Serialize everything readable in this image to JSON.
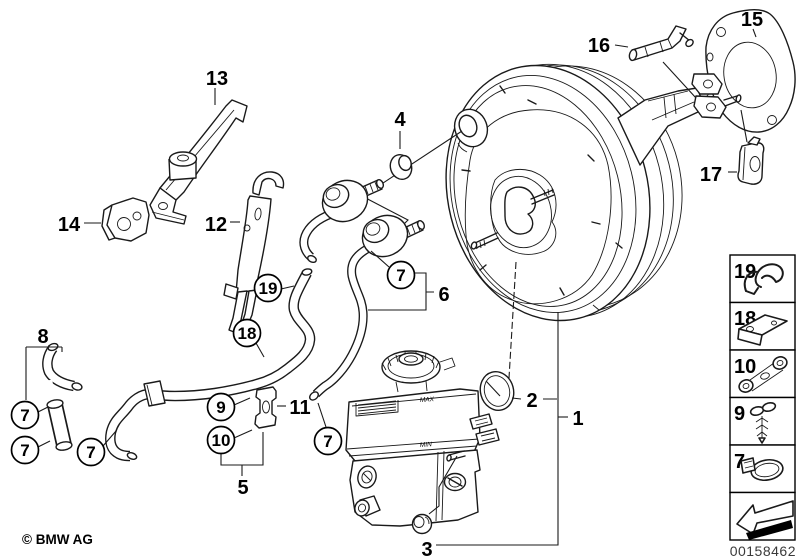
{
  "page": {
    "copyright": "© BMW AG",
    "diagram_number": "00158462"
  },
  "callouts": {
    "n1": "1",
    "n2": "2",
    "n3": "3",
    "n4": "4",
    "n5": "5",
    "n6": "6",
    "n7": "7",
    "n8": "8",
    "n9": "9",
    "n10": "10",
    "n11": "11",
    "n12": "12",
    "n13": "13",
    "n14": "14",
    "n15": "15",
    "n16": "16",
    "n17": "17",
    "n18": "18",
    "n19": "19"
  },
  "reservoir_markings": {
    "max": "MAX",
    "min": "MIN"
  },
  "panel": {
    "items": [
      {
        "label": "19",
        "icon": "hose-clip-icon"
      },
      {
        "label": "18",
        "icon": "bracket-icon"
      },
      {
        "label": "10",
        "icon": "link-strap-icon"
      },
      {
        "label": "9",
        "icon": "expanding-rivet-icon"
      },
      {
        "label": "7",
        "icon": "hose-clamp-icon"
      },
      {
        "label": "",
        "icon": "direction-arrow-icon"
      }
    ]
  }
}
